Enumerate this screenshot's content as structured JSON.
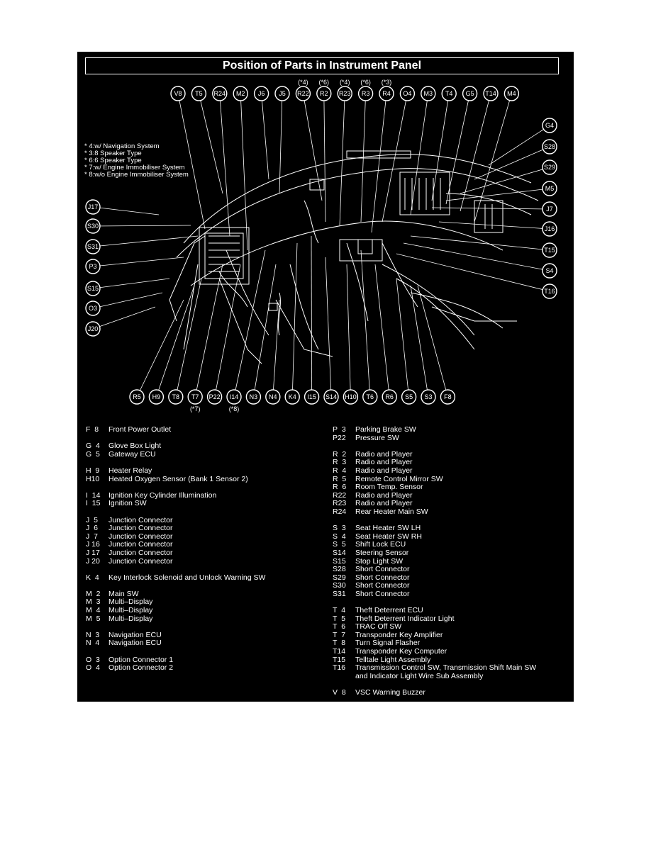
{
  "title": "Position of Parts in Instrument Panel",
  "notes": [
    "* 4:w/ Navigation System",
    "* 3:8 Speaker Type",
    "* 6:6 Speaker Type",
    "* 7:w/ Engine Immobiliser System",
    "* 8:w/o Engine Immobiliser System"
  ],
  "callouts_top": [
    {
      "label": "V8",
      "note": ""
    },
    {
      "label": "T5",
      "note": ""
    },
    {
      "label": "R24",
      "note": ""
    },
    {
      "label": "M2",
      "note": ""
    },
    {
      "label": "J6",
      "note": ""
    },
    {
      "label": "J5",
      "note": ""
    },
    {
      "label": "R22",
      "note": "(*4)"
    },
    {
      "label": "R2",
      "note": "(*6)"
    },
    {
      "label": "R23",
      "note": "(*4)"
    },
    {
      "label": "R3",
      "note": "(*6)"
    },
    {
      "label": "R4",
      "note": "(*3)"
    },
    {
      "label": "O4",
      "note": ""
    },
    {
      "label": "M3",
      "note": ""
    },
    {
      "label": "T4",
      "note": ""
    },
    {
      "label": "G5",
      "note": ""
    },
    {
      "label": "T14",
      "note": ""
    },
    {
      "label": "M4",
      "note": ""
    }
  ],
  "callouts_right": [
    "G4",
    "S28",
    "S29",
    "M5",
    "J7",
    "J16",
    "T15",
    "S4",
    "T16"
  ],
  "callouts_left": [
    "J17",
    "S30",
    "S31",
    "P3",
    "S15",
    "O3",
    "J20"
  ],
  "callouts_bottom": [
    {
      "label": "R5",
      "note": ""
    },
    {
      "label": "H9",
      "note": ""
    },
    {
      "label": "T8",
      "note": ""
    },
    {
      "label": "T7",
      "note": "(*7)"
    },
    {
      "label": "P22",
      "note": ""
    },
    {
      "label": "I14",
      "note": "(*8)"
    },
    {
      "label": "N3",
      "note": ""
    },
    {
      "label": "N4",
      "note": ""
    },
    {
      "label": "K4",
      "note": ""
    },
    {
      "label": "I15",
      "note": ""
    },
    {
      "label": "S14",
      "note": ""
    },
    {
      "label": "H10",
      "note": ""
    },
    {
      "label": "T6",
      "note": ""
    },
    {
      "label": "R6",
      "note": ""
    },
    {
      "label": "S5",
      "note": ""
    },
    {
      "label": "S3",
      "note": ""
    },
    {
      "label": "F8",
      "note": ""
    }
  ],
  "legend_left": [
    {
      "code": "F  8",
      "desc": "Front Power Outlet"
    },
    {
      "gap": true
    },
    {
      "code": "G  4",
      "desc": "Glove Box Light"
    },
    {
      "code": "G  5",
      "desc": "Gateway ECU"
    },
    {
      "gap": true
    },
    {
      "code": "H  9",
      "desc": "Heater Relay"
    },
    {
      "code": "H10",
      "desc": "Heated Oxygen Sensor (Bank 1 Sensor 2)"
    },
    {
      "gap": true
    },
    {
      "code": "I  14",
      "desc": "Ignition Key Cylinder Illumination"
    },
    {
      "code": "I  15",
      "desc": "Ignition SW"
    },
    {
      "gap": true
    },
    {
      "code": "J  5",
      "desc": "Junction Connector"
    },
    {
      "code": "J  6",
      "desc": "Junction Connector"
    },
    {
      "code": "J  7",
      "desc": "Junction Connector"
    },
    {
      "code": "J 16",
      "desc": "Junction Connector"
    },
    {
      "code": "J 17",
      "desc": "Junction Connector"
    },
    {
      "code": "J 20",
      "desc": "Junction Connector"
    },
    {
      "gap": true
    },
    {
      "code": "K  4",
      "desc": "Key Interlock Solenoid and Unlock Warning SW"
    },
    {
      "gap": true
    },
    {
      "code": "M  2",
      "desc": "Main SW"
    },
    {
      "code": "M  3",
      "desc": "Multi–Display"
    },
    {
      "code": "M  4",
      "desc": "Multi–Display"
    },
    {
      "code": "M  5",
      "desc": "Multi–Display"
    },
    {
      "gap": true
    },
    {
      "code": "N  3",
      "desc": "Navigation ECU"
    },
    {
      "code": "N  4",
      "desc": "Navigation ECU"
    },
    {
      "gap": true
    },
    {
      "code": "O  3",
      "desc": "Option Connector 1"
    },
    {
      "code": "O  4",
      "desc": "Option Connector 2"
    }
  ],
  "legend_right": [
    {
      "code": "P  3",
      "desc": "Parking Brake SW"
    },
    {
      "code": "P22",
      "desc": "Pressure SW"
    },
    {
      "gap": true
    },
    {
      "code": "R  2",
      "desc": "Radio and Player"
    },
    {
      "code": "R  3",
      "desc": "Radio and Player"
    },
    {
      "code": "R  4",
      "desc": "Radio and Player"
    },
    {
      "code": "R  5",
      "desc": "Remote Control Mirror SW"
    },
    {
      "code": "R  6",
      "desc": "Room Temp. Sensor"
    },
    {
      "code": "R22",
      "desc": "Radio and Player"
    },
    {
      "code": "R23",
      "desc": "Radio and Player"
    },
    {
      "code": "R24",
      "desc": "Rear Heater Main SW"
    },
    {
      "gap": true
    },
    {
      "code": "S  3",
      "desc": "Seat Heater SW LH"
    },
    {
      "code": "S  4",
      "desc": "Seat Heater SW RH"
    },
    {
      "code": "S  5",
      "desc": "Shift Lock ECU"
    },
    {
      "code": "S14",
      "desc": "Steering Sensor"
    },
    {
      "code": "S15",
      "desc": "Stop Light SW"
    },
    {
      "code": "S28",
      "desc": "Short Connector"
    },
    {
      "code": "S29",
      "desc": "Short Connector"
    },
    {
      "code": "S30",
      "desc": "Short Connector"
    },
    {
      "code": "S31",
      "desc": "Short Connector"
    },
    {
      "gap": true
    },
    {
      "code": "T  4",
      "desc": "Theft Deterrent ECU"
    },
    {
      "code": "T  5",
      "desc": "Theft Deterrent Indicator Light"
    },
    {
      "code": "T  6",
      "desc": "TRAC Off SW"
    },
    {
      "code": "T  7",
      "desc": "Transponder Key Amplifier"
    },
    {
      "code": "T  8",
      "desc": "Turn Signal Flasher"
    },
    {
      "code": "T14",
      "desc": "Transponder Key Computer"
    },
    {
      "code": "T15",
      "desc": "Telltale Light Assembly"
    },
    {
      "code": "T16",
      "desc": "Transmission Control SW, Transmission Shift Main SW",
      "desc2": "and Indicator Light Wire Sub Assembly"
    },
    {
      "gap": true
    },
    {
      "code": "V  8",
      "desc": "VSC Warning Buzzer"
    }
  ]
}
